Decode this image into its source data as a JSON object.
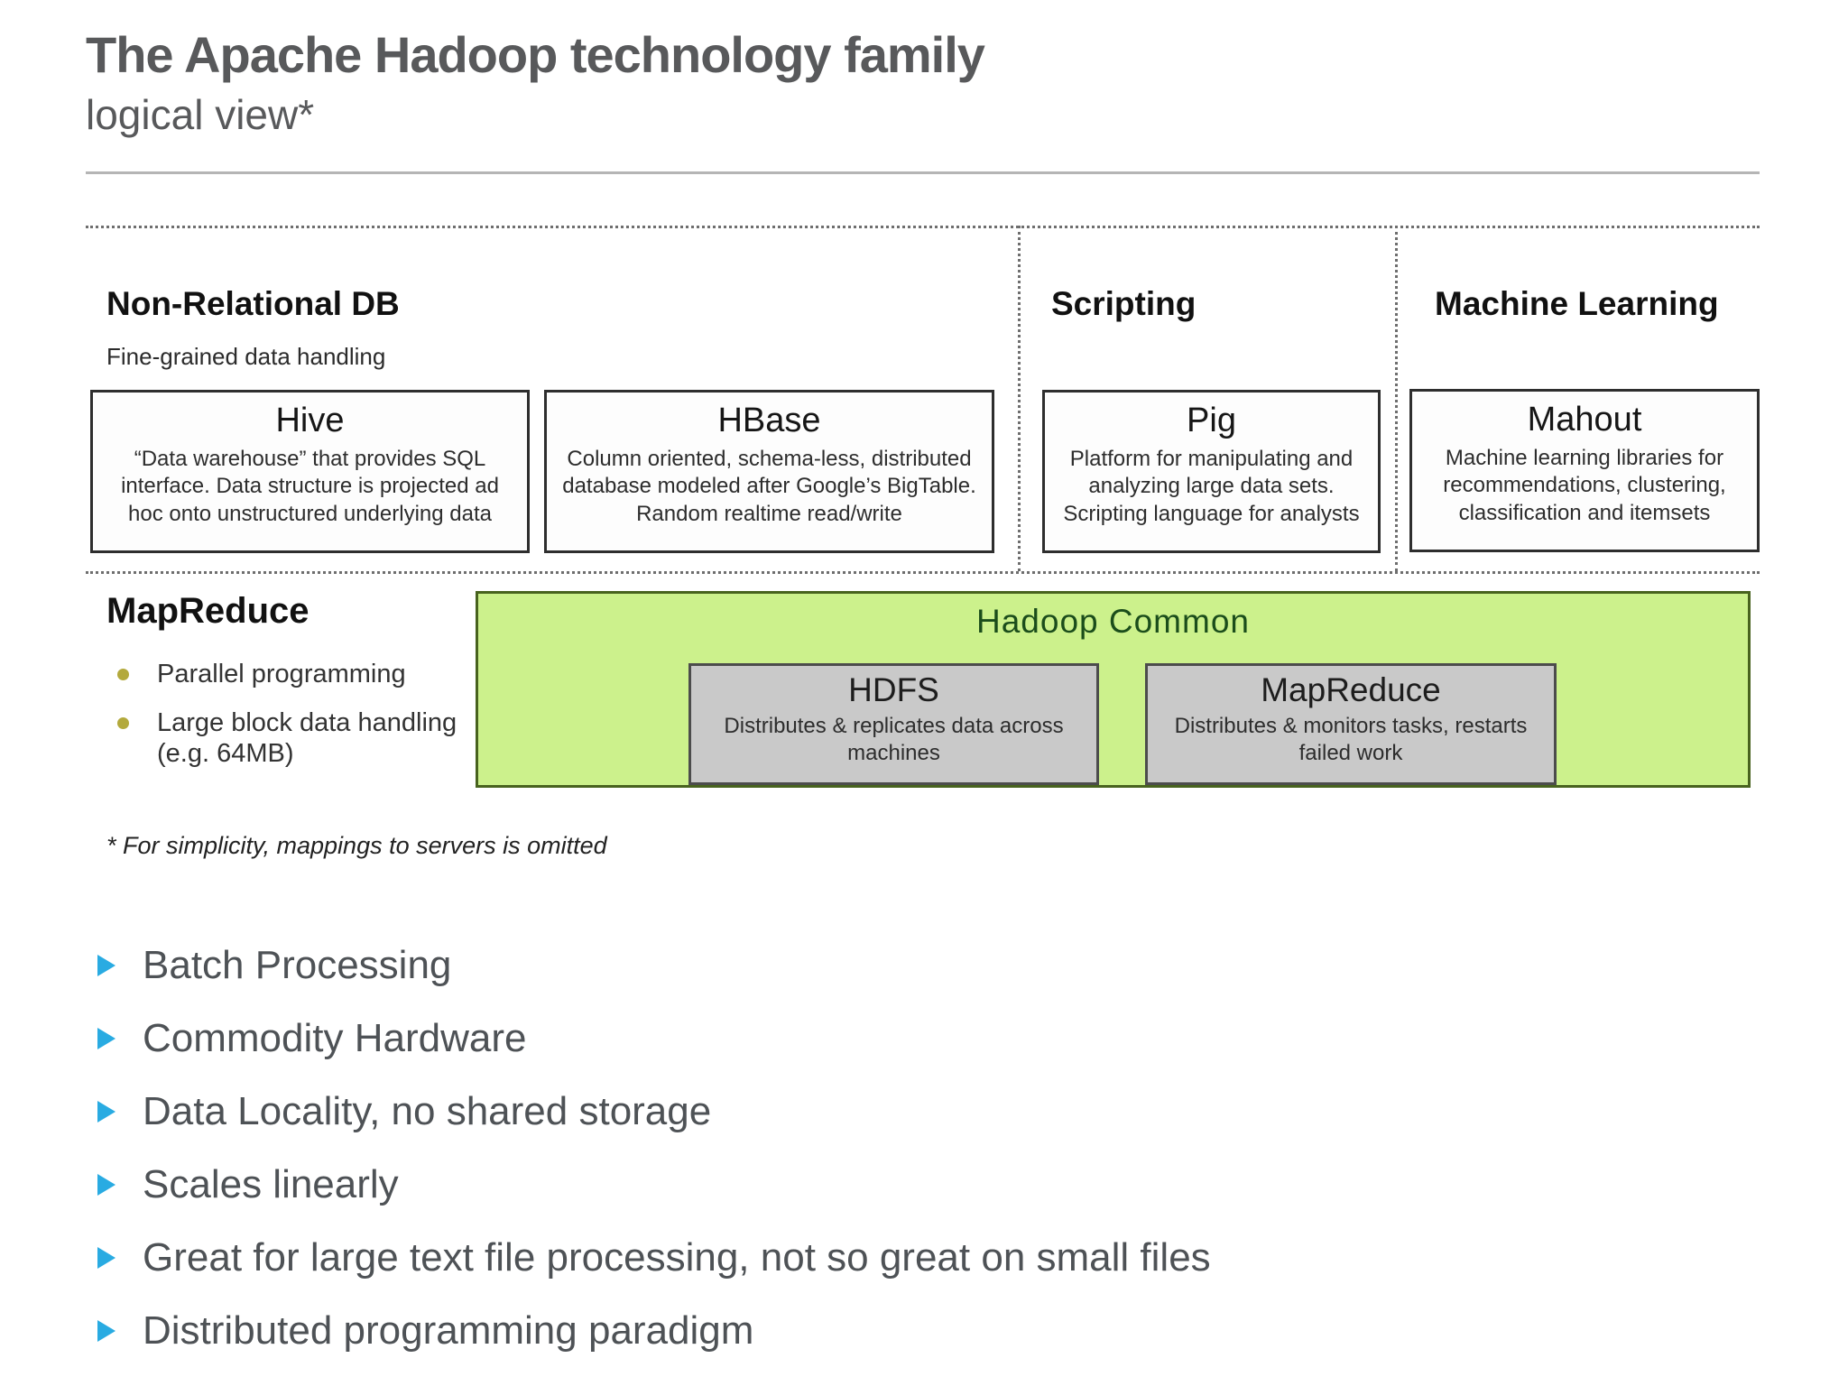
{
  "slide": {
    "title": "The Apache Hadoop technology family",
    "subtitle": "logical view*"
  },
  "diagram": {
    "columns": [
      {
        "header": "Non-Relational DB",
        "subheader": "Fine-grained data handling",
        "boxes": [
          {
            "name": "Hive",
            "desc": "“Data warehouse” that provides SQL interface. Data structure is projected ad hoc onto unstructured underlying data"
          },
          {
            "name": "HBase",
            "desc": "Column oriented, schema-less, distributed database modeled after Google’s BigTable. Random realtime read/write"
          }
        ]
      },
      {
        "header": "Scripting",
        "boxes": [
          {
            "name": "Pig",
            "desc": "Platform for manipulating and analyzing large data sets. Scripting language for analysts"
          }
        ]
      },
      {
        "header": "Machine Learning",
        "boxes": [
          {
            "name": "Mahout",
            "desc": "Machine learning libraries for recommendations, clustering, classification and itemsets"
          }
        ]
      }
    ],
    "mapreduce": {
      "header": "MapReduce",
      "bullets": [
        "Parallel programming",
        "Large block data handling (e.g. 64MB)"
      ]
    },
    "hadoop_common": {
      "title": "Hadoop Common",
      "boxes": [
        {
          "name": "HDFS",
          "desc": "Distributes & replicates data across machines"
        },
        {
          "name": "MapReduce",
          "desc": "Distributes & monitors tasks, restarts failed work"
        }
      ]
    },
    "footnote": "* For simplicity, mappings to servers is omitted"
  },
  "bullet_list": {
    "items": [
      "Batch Processing",
      "Commodity Hardware",
      "Data Locality, no shared storage",
      "Scales linearly",
      "Great for large text file processing, not so great on small files",
      "Distributed programming paradigm"
    ]
  },
  "colors": {
    "title_gray": "#58595b",
    "accent_cyan": "#29abe2",
    "hadoop_common_bg": "#ccf18c",
    "hadoop_common_border": "#48631e",
    "hadoop_common_text": "#1b4d1b",
    "inner_box_bg": "#c9c9c9",
    "olive_bullet": "#b3a93c"
  }
}
